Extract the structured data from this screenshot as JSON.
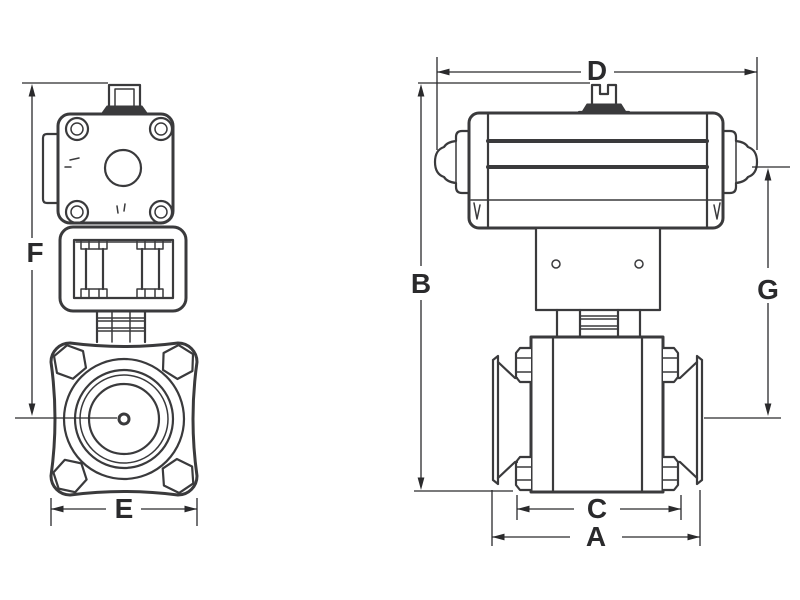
{
  "colors": {
    "background": "#ffffff",
    "line": "#3a3a3c",
    "label": "#2a2a2c"
  },
  "diagram": {
    "dimension_labels": {
      "A": "A",
      "B": "B",
      "C": "C",
      "D": "D",
      "E": "E",
      "F": "F",
      "G": "G"
    }
  }
}
